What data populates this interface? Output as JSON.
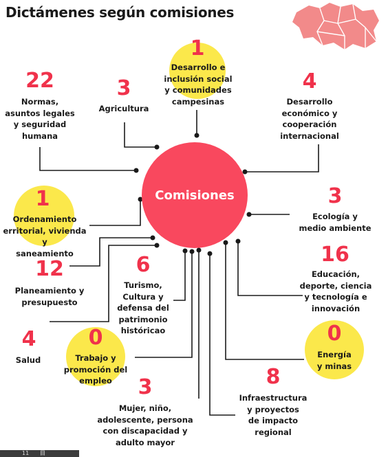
{
  "title": "Dictámenes según comisiones",
  "center_label": "Comisiones",
  "colors": {
    "accent": "#f0324b",
    "center": "#f9485e",
    "highlight": "#fbe84b",
    "map": "#f28a8a"
  },
  "commissions": [
    {
      "id": "desarrollo-inclusion",
      "count": "1",
      "label": "Desarrollo e\ninclusión social\ny comunidades\ncampesinas",
      "highlighted": true
    },
    {
      "id": "normas",
      "count": "22",
      "label": "Normas,\nasuntos legales\ny seguridad\nhumana",
      "highlighted": false
    },
    {
      "id": "agricultura",
      "count": "3",
      "label": "Agricultura",
      "highlighted": false
    },
    {
      "id": "desarrollo-economico",
      "count": "4",
      "label": "Desarrollo\neconómico y\ncooperación\ninternacional",
      "highlighted": false
    },
    {
      "id": "ordenamiento",
      "count": "1",
      "label": "Ordenamiento\nerritorial, vivienda y\nsaneamiento",
      "highlighted": true
    },
    {
      "id": "ecologia",
      "count": "3",
      "label": "Ecología y\nmedio ambiente",
      "highlighted": false
    },
    {
      "id": "planeamiento",
      "count": "12",
      "label": "Planeamiento y\npresupuesto",
      "highlighted": false
    },
    {
      "id": "turismo",
      "count": "6",
      "label": "Turismo,\nCultura y\ndefensa del\npatrimonio\nhistóricao",
      "highlighted": false
    },
    {
      "id": "educacion",
      "count": "16",
      "label": "Educación,\ndeporte, ciencia\ny tecnología e\ninnovación",
      "highlighted": false
    },
    {
      "id": "salud",
      "count": "4",
      "label": "Salud",
      "highlighted": false
    },
    {
      "id": "trabajo",
      "count": "0",
      "label": "Trabajo y\npromoción del\nempleo",
      "highlighted": true
    },
    {
      "id": "energia",
      "count": "0",
      "label": "Energía\ny minas",
      "highlighted": true
    },
    {
      "id": "infraestructura",
      "count": "8",
      "label": "Infraestructura\ny proyectos\nde impacto\nregional",
      "highlighted": false
    },
    {
      "id": "mujer",
      "count": "3",
      "label": "Mujer, niño,\nadolescente, persona\ncon discapacidad y\nadulto mayor",
      "highlighted": false
    }
  ],
  "toolbar": {
    "item1": "11",
    "item2": "目"
  }
}
